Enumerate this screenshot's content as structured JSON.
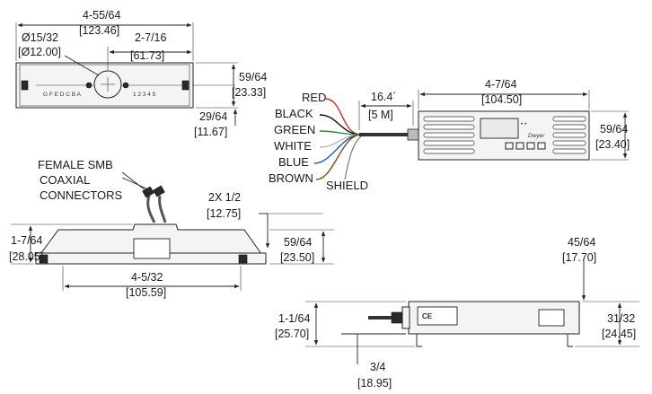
{
  "top_view": {
    "overall_fraction": "4-55/64",
    "overall_mm": "[123.46]",
    "hole_dia_fraction": "Ø15/32",
    "hole_dia_mm": "[Ø12.00]",
    "offset_fraction": "2-7/16",
    "offset_mm": "[61.73]",
    "height_fraction": "59/64",
    "height_mm": "[23.33]",
    "half_fraction": "29/64",
    "half_mm": "[11.67]",
    "scale_letters": "G F E D C B A",
    "scale_numbers": "1 2 3 4 5"
  },
  "wires": {
    "labels": [
      "RED",
      "BLACK",
      "GREEN",
      "WHITE",
      "BLUE",
      "BROWN"
    ],
    "shield": "SHIELD",
    "length_ft": "16.4´",
    "length_m": "[5 M]",
    "colors": [
      "#c0392b",
      "#111111",
      "#2e8b3d",
      "#bbbbbb",
      "#2255aa",
      "#7a4a1e"
    ]
  },
  "display_unit": {
    "width_fraction": "4-7/64",
    "width_mm": "[104.50]",
    "height_fraction": "59/64",
    "height_mm": "[23.40]",
    "logo": "Dwyer"
  },
  "front_view": {
    "connector_label_1": "FEMALE SMB",
    "connector_label_2": "COAXIAL",
    "connector_label_3": "CONNECTORS",
    "spacing_fraction": "2X 1/2",
    "spacing_mm": "[12.75]",
    "left_height_fraction": "1-7/64",
    "left_height_mm": "[28.05]",
    "right_height_fraction": "59/64",
    "right_height_mm": "[23.50]",
    "width_fraction": "4-5/32",
    "width_mm": "[105.59]"
  },
  "side_view": {
    "top_fraction": "45/64",
    "top_mm": "[17.70]",
    "left_fraction": "1-1/64",
    "left_mm": "[25.70]",
    "right_fraction": "31/32",
    "right_mm": "[24.45]",
    "bottom_fraction": "3/4",
    "bottom_mm": "[18.95]",
    "ce_mark": "CE"
  }
}
